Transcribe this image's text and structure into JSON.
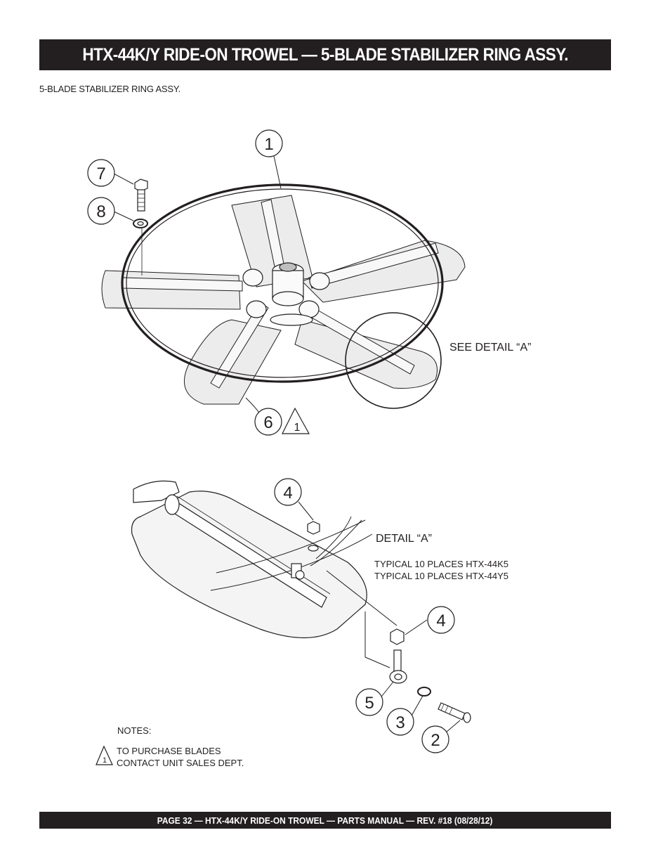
{
  "header": {
    "title": "HTX-44K/Y  RIDE-ON TROWEL — 5-BLADE STABILIZER RING ASSY."
  },
  "section_title": "5-BLADE STABILIZER RING ASSY.",
  "callouts": {
    "c1": "1",
    "c2": "2",
    "c3": "3",
    "c4a": "4",
    "c4b": "4",
    "c5": "5",
    "c6": "6",
    "c7": "7",
    "c8": "8",
    "warning_triangle": "1",
    "note_triangle": "1"
  },
  "labels": {
    "see_detail": "SEE DETAIL “A”",
    "detail_a": "DETAIL “A”",
    "typical_k5": "TYPICAL 10 PLACES HTX-44K5",
    "typical_y5": "TYPICAL 10 PLACES HTX-44Y5"
  },
  "notes": {
    "heading": "NOTES:",
    "line1": "TO PURCHASE BLADES",
    "line2": "CONTACT UNIT SALES DEPT."
  },
  "footer": {
    "text": "PAGE 32 — HTX-44K/Y RIDE-ON TROWEL — PARTS  MANUAL — REV. #18 (08/28/12)"
  }
}
